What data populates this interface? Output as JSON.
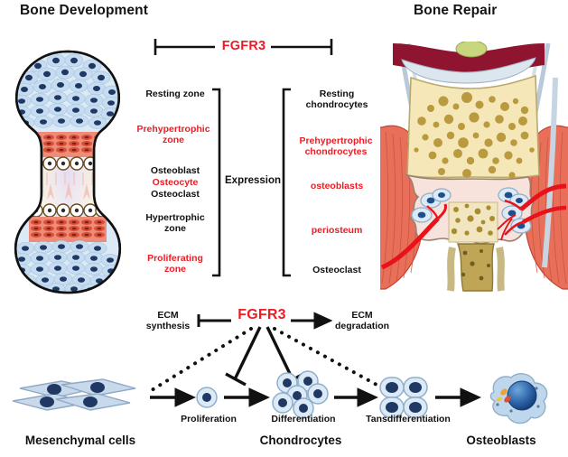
{
  "figure": {
    "panels": {
      "left_title": "Bone Development",
      "right_title": "Bone Repair"
    },
    "top_bar": {
      "gene_label": "FGFR3"
    },
    "expression": {
      "label": "Expression",
      "left_items": [
        {
          "text": "Resting zone",
          "color": "#111111"
        },
        {
          "text": "Prehypertrophic\nzone",
          "color": "#ED1C24"
        },
        {
          "text": "Osteoblast",
          "color": "#111111"
        },
        {
          "text": "Osteocyte",
          "color": "#ED1C24"
        },
        {
          "text": "Osteoclast",
          "color": "#111111"
        },
        {
          "text": "Hypertrophic\nzone",
          "color": "#111111"
        },
        {
          "text": "Proliferating\nzone",
          "color": "#ED1C24"
        }
      ],
      "right_items": [
        {
          "text": "Resting\nchondrocytes",
          "color": "#111111"
        },
        {
          "text": "Prehypertrophic\nchondrocytes",
          "color": "#ED1C24"
        },
        {
          "text": "osteoblasts",
          "color": "#ED1C24"
        },
        {
          "text": "periosteum",
          "color": "#ED1C24"
        },
        {
          "text": "Osteoclast",
          "color": "#111111"
        }
      ]
    },
    "pathway": {
      "gene_label": "FGFR3",
      "ecm_left": "ECM\nsynthesis",
      "ecm_right": "ECM\ndegradation",
      "steps": [
        "Proliferation",
        "Differentiation",
        "Tansdifferentiation"
      ],
      "cell_types": [
        "Mesenchymal cells",
        "Chondrocytes",
        "Osteoblasts"
      ]
    },
    "colors": {
      "accent_red": "#ED1C24",
      "ink": "#111111",
      "cell_fill": "#D3E2F2",
      "cell_nucleus": "#1F3864",
      "cartilage_red": "#E8604C",
      "bone_cream": "#F6E7B8",
      "muscle": "#E8705A",
      "vessel_red": "#E8131A"
    }
  }
}
